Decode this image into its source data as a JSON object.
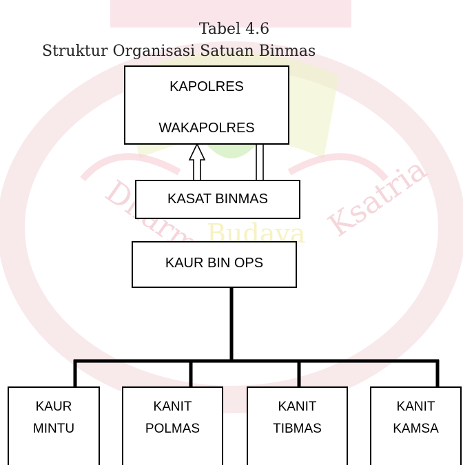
{
  "caption": {
    "number": "Tabel 4.6",
    "title": "Struktur Organisasi Satuan Binmas"
  },
  "top_box": {
    "line1": "KAPOLRES",
    "line2": "WAKAPOLRES"
  },
  "kasat": "KASAT BINMAS",
  "kaur_binops": "KAUR BIN OPS",
  "units": [
    {
      "line1": "KAUR",
      "line2": "MINTU"
    },
    {
      "line1": "KANIT",
      "line2": "POLMAS"
    },
    {
      "line1": "KANIT",
      "line2": "TIBMAS"
    },
    {
      "line1": "KANIT",
      "line2": "KAMSA"
    }
  ],
  "watermark": {
    "motto_left": "Dharma",
    "motto_mid": "Budaya",
    "motto_right": "Ksatria",
    "color": "#f3c0c8",
    "accent": "#f7e58a"
  }
}
